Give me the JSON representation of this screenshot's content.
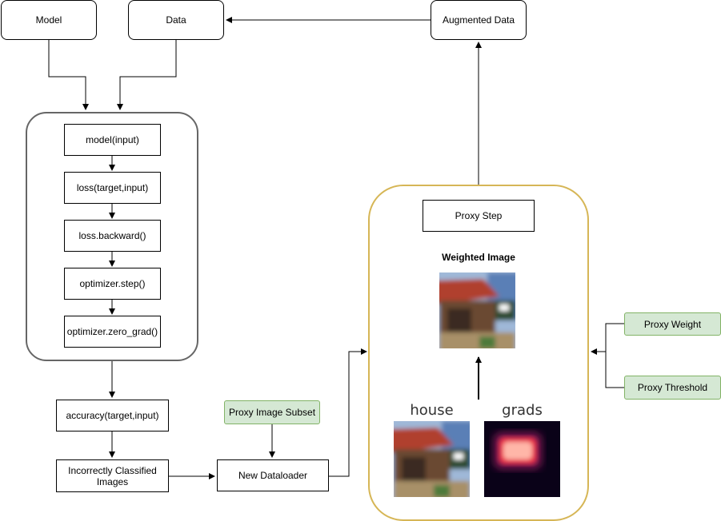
{
  "nodes": {
    "model": "Model",
    "data": "Data",
    "augmented_data": "Augmented Data",
    "forward": "model(input)",
    "loss": "loss(target,input)",
    "backward": "loss.backward()",
    "optimizer_step": "optimizer.step()",
    "zero_grad": "optimizer.zero_grad()",
    "accuracy": "accuracy(target,input)",
    "incorrect": "Incorrectly Classified\nImages",
    "proxy_subset": "Proxy Image Subset",
    "new_dataloader": "New Dataloader",
    "proxy_step": "Proxy Step",
    "weighted_image": "Weighted Image",
    "house_label": "house",
    "grads_label": "grads",
    "proxy_weight": "Proxy Weight",
    "proxy_threshold": "Proxy Threshold"
  },
  "colors": {
    "green_fill": "#d5e8d4",
    "green_stroke": "#82b366",
    "gold_stroke": "#d6b656",
    "gray_stroke": "#666666"
  }
}
